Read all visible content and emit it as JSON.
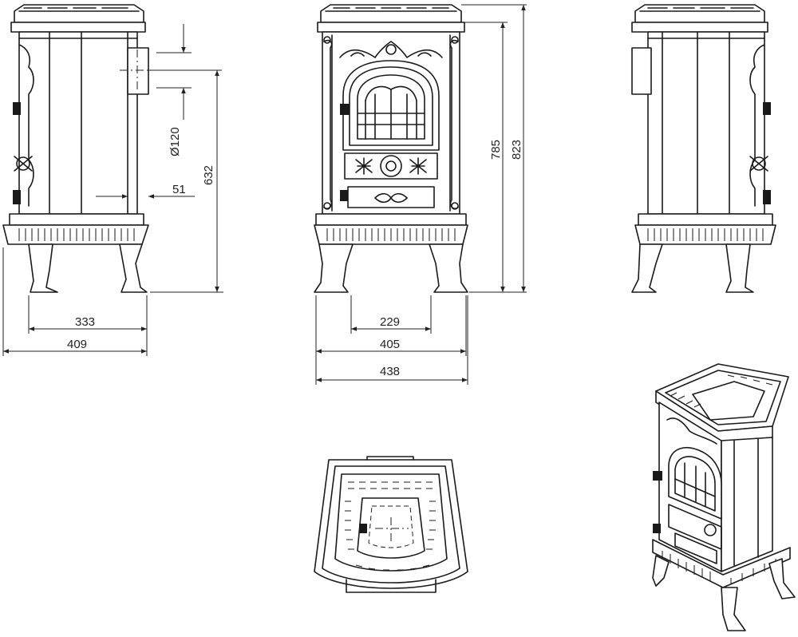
{
  "dimensions": {
    "flue_diameter": "Ø120",
    "flue_center_height": "632",
    "flue_offset": "51",
    "depth_feet": "333",
    "depth_total": "409",
    "width_feet": "229",
    "width_top": "405",
    "width_base": "438",
    "height_body": "785",
    "height_total": "823"
  },
  "colors": {
    "line": "#1a1a1a",
    "background": "#ffffff"
  }
}
